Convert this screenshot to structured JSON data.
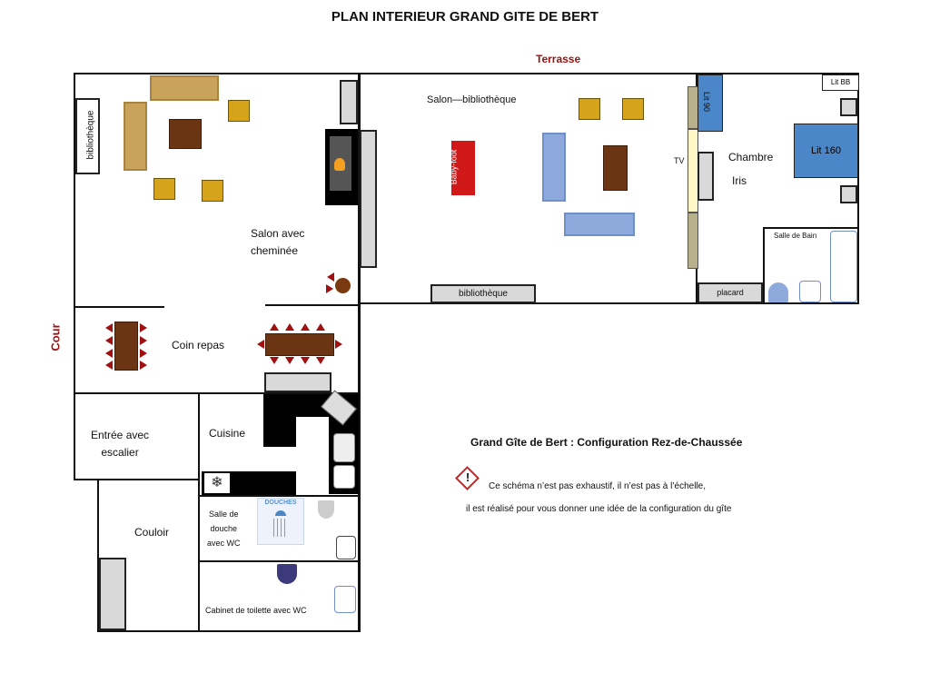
{
  "title": "PLAN INTERIEUR GRAND GITE DE BERT",
  "labels": {
    "terrasse": "Terrasse",
    "cour": "Cour",
    "bibliotheque_left": "bibliothèque",
    "salon_cheminee": "Salon avec\ncheminée",
    "salon_bibliotheque": "Salon—bibliothèque",
    "baby_foot": "Baby-foot",
    "bibliotheque_bottom": "bibliothèque",
    "tv": "TV",
    "lit_90": "Lit 90",
    "lit_bb": "Lit BB",
    "lit_160": "Lit 160",
    "chambre": "Chambre",
    "iris": "Iris",
    "salle_de_bain": "Salle de Bain",
    "placard": "placard",
    "coin_repas": "Coin repas",
    "entree": "Entrée avec\nescalier",
    "cuisine": "Cuisine",
    "couloir": "Couloir",
    "salle_douche": "Salle de\ndouche\navec WC",
    "douches": "DOUCHES",
    "cabinet": "Cabinet de toilette avec  WC"
  },
  "legend": {
    "heading": "Grand Gîte de Bert : Configuration Rez-de-Chaussée",
    "warning_icon": "warning-diamond-icon",
    "line1": "Ce schéma n’est pas exhaustif, il n’est pas à l’échelle,",
    "line2": "il est réalisé pour vous donner une idée de la configuration du gîte"
  },
  "colors": {
    "accent_red": "#a01010",
    "bed_blue": "#4a86c8",
    "wood": "#6b3413",
    "chair": "#d6a41a"
  }
}
